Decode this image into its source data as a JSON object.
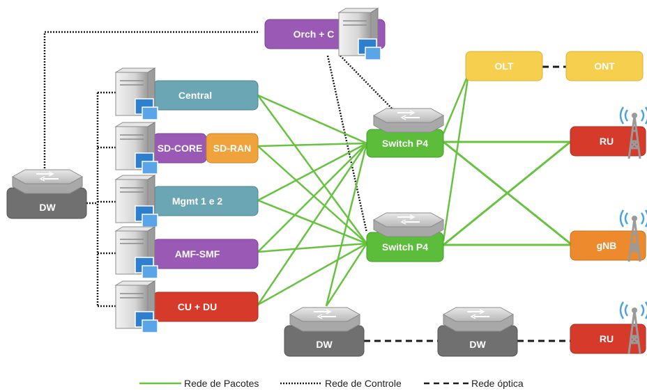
{
  "colors": {
    "packet_link": "#66c23f",
    "control_link": "#1a1a1a",
    "optical_link": "#1a1a1a",
    "teal_box": "#6aa6b3",
    "purple_box": "#9b59b6",
    "orange_box": "#f0a33a",
    "red_box": "#d53a2b",
    "green_switch": "#5cbd3b",
    "yellow_box": "#f7cf4f",
    "gnb_orange": "#ee8a2e",
    "dw_gray": "#707070"
  },
  "nodes": {
    "orch": "Orch + C",
    "central": "Central",
    "sd_core": "SD-CORE",
    "sd_ran": "SD-RAN",
    "mgmt": "Mgmt 1 e 2",
    "amf_smf": "AMF-SMF",
    "cu_du": "CU + DU",
    "dw_left": "DW",
    "dw_bottom1": "DW",
    "dw_bottom2": "DW",
    "switch_top": "Switch P4",
    "switch_bottom": "Switch P4",
    "olt": "OLT",
    "ont": "ONT",
    "ru_top": "RU",
    "gnb": "gNB",
    "ru_bottom": "RU"
  },
  "legend": {
    "packet": "Rede de Pacotes",
    "control": "Rede de Controle",
    "optical": "Rede óptica"
  }
}
